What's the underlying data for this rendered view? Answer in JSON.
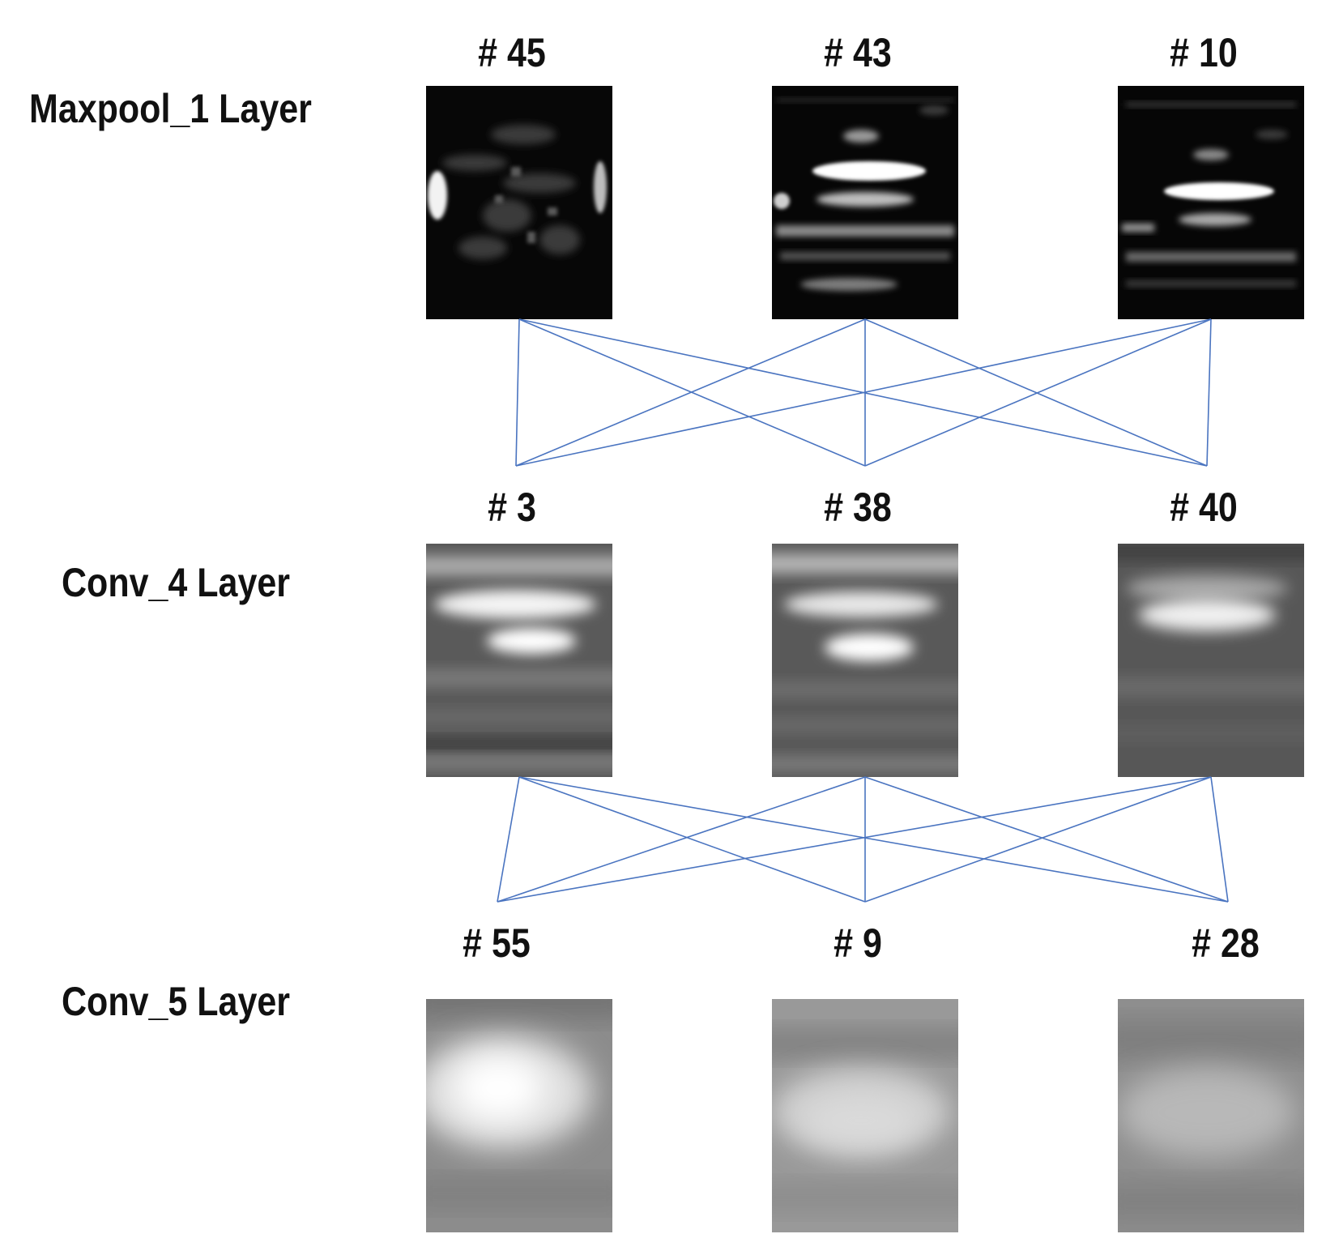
{
  "layers": [
    {
      "name": "Maxpool_1  Layer",
      "maps": [
        {
          "id": "# 45"
        },
        {
          "id": "# 43"
        },
        {
          "id": "# 10"
        }
      ]
    },
    {
      "name": "Conv_4  Layer",
      "maps": [
        {
          "id": "# 3"
        },
        {
          "id": "# 38"
        },
        {
          "id": "# 40"
        }
      ]
    },
    {
      "name": "Conv_5  Layer",
      "maps": [
        {
          "id": "# 55"
        },
        {
          "id": "# 9"
        },
        {
          "id": "# 28"
        }
      ]
    }
  ],
  "colors": {
    "link": "#4a74c0",
    "text": "#111111"
  }
}
